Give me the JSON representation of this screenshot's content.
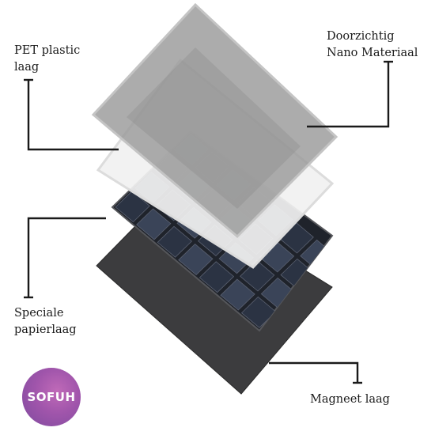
{
  "labels": {
    "pet": "PET plastic\nlaag",
    "nano": "Doorzichtig\nNano Materiaal",
    "speciale": "Speciale\npapierlaag",
    "magneet": "Magneet laag"
  },
  "logo": {
    "text": "SOFUH",
    "color": "#a055ab"
  },
  "colors": {
    "magnet_layer": "#3c3c3e",
    "solar_cell": "#2b3343",
    "paper_layer": "#f1f1f1",
    "nano_layer": "#9a9a9a",
    "connector": "#1a1a1a"
  }
}
